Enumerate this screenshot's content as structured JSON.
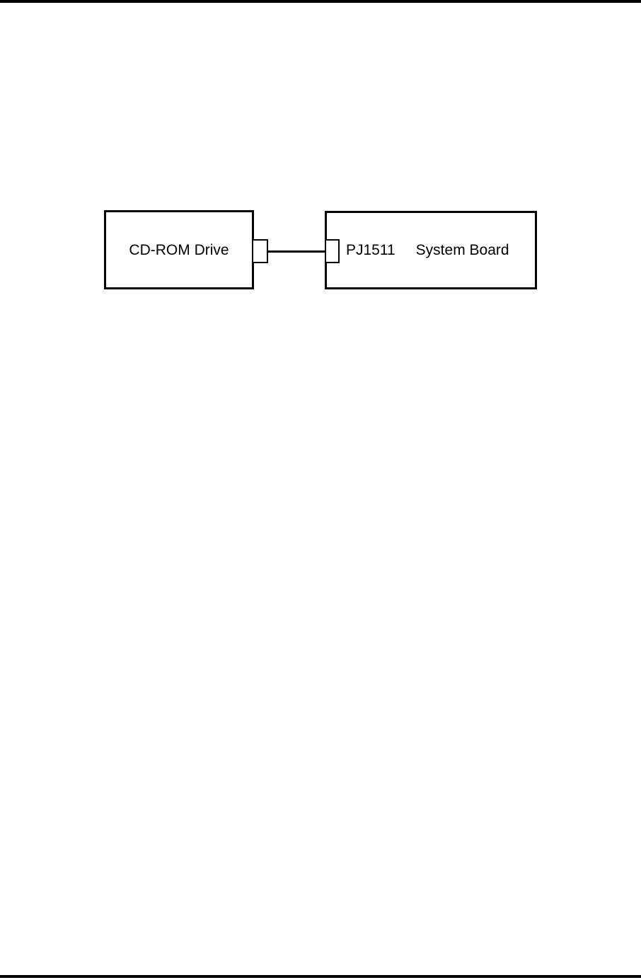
{
  "page": {
    "background_color": "#ffffff",
    "rule_color": "#000000"
  },
  "diagram": {
    "left_box": {
      "label": "CD-ROM Drive"
    },
    "right_box": {
      "connector_label": "PJ1511",
      "label": "System Board"
    },
    "line_color": "#000000"
  }
}
